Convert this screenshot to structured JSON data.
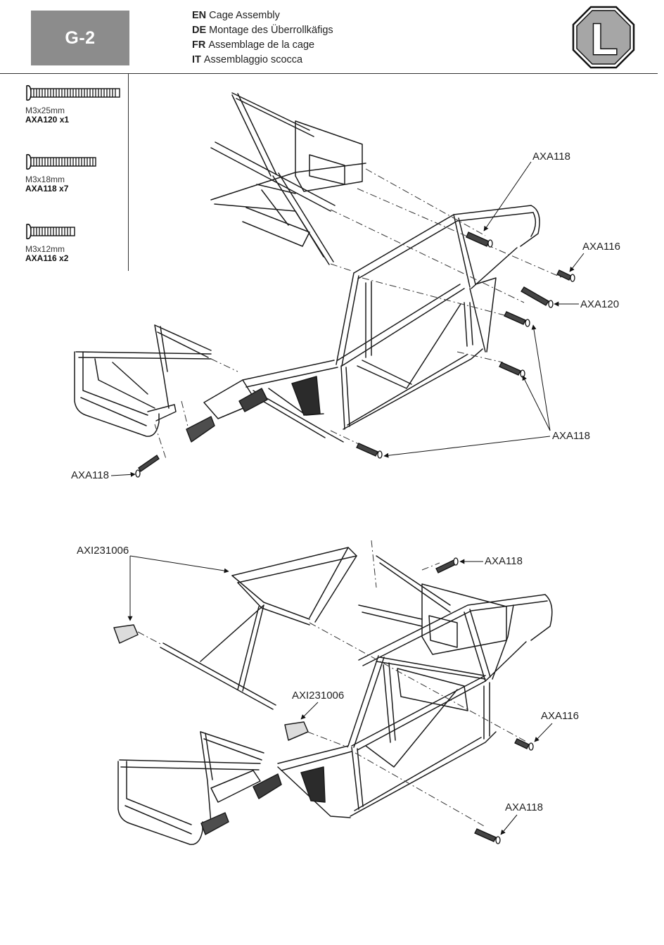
{
  "header": {
    "step": "G-2",
    "badge_letter": "L",
    "titles": [
      {
        "lang": "EN",
        "text": "Cage Assembly"
      },
      {
        "lang": "DE",
        "text": "Montage des Überrollkäfigs"
      },
      {
        "lang": "FR",
        "text": "Assemblage de la cage"
      },
      {
        "lang": "IT",
        "text": "Assemblaggio scocca"
      }
    ]
  },
  "parts": [
    {
      "size": "M3x25mm",
      "code": "AXA120 x1"
    },
    {
      "size": "M3x18mm",
      "code": "AXA118 x7"
    },
    {
      "size": "M3x12mm",
      "code": "AXA116 x2"
    }
  ],
  "callouts": {
    "top": {
      "axa118_a": "AXA118",
      "axa116": "AXA116",
      "axa120": "AXA120",
      "axa118_b": "AXA118",
      "axa118_c": "AXA118"
    },
    "bottom": {
      "axi_a": "AXI231006",
      "axa118_a": "AXA118",
      "axi_b": "AXI231006",
      "axa116": "AXA116",
      "axa118_b": "AXA118"
    }
  },
  "colors": {
    "step_box": "#8c8c8c",
    "badge_fill": "#a6a6a6",
    "line": "#1a1a1a"
  }
}
